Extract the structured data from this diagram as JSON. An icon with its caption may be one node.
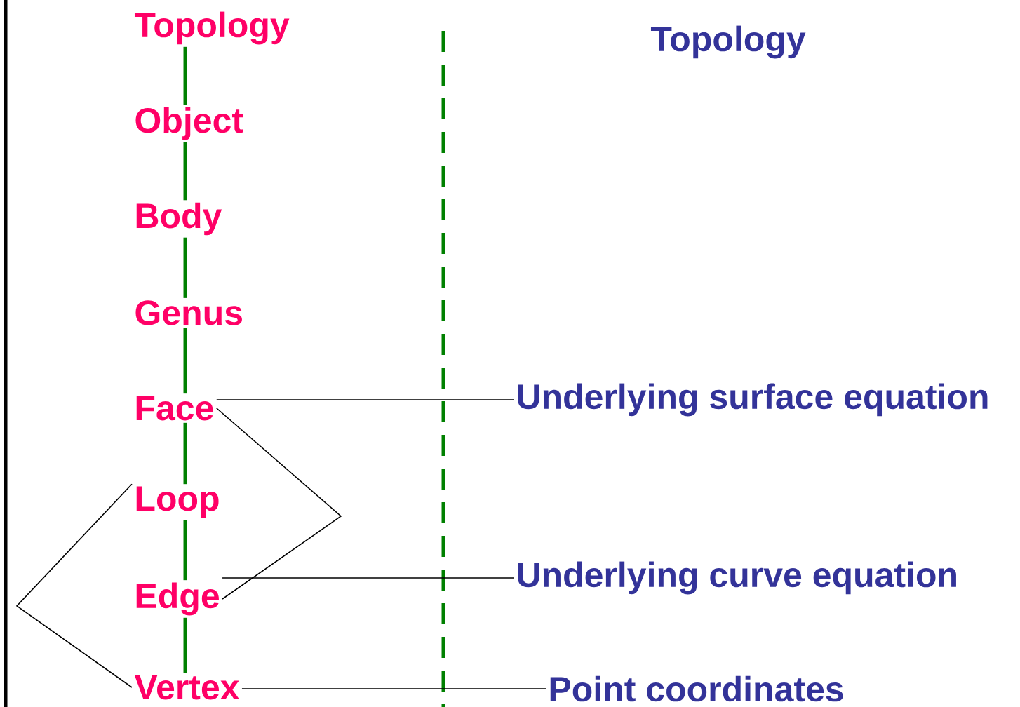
{
  "diagram": {
    "nodes": [
      {
        "text": [
          "Topology"
        ]
      },
      {
        "text": [
          "Object"
        ]
      },
      {
        "text": [
          "Body"
        ]
      },
      {
        "text": [
          "Genus"
        ]
      },
      {
        "text": [
          "Face"
        ]
      },
      {
        "text": [
          "Loop"
        ]
      },
      {
        "text": [
          "Edge"
        ]
      },
      {
        "text": [
          "Vertex"
        ]
      },
      {
        "text": [
          "Topology"
        ]
      },
      {
        "text": [
          "Underlying surface equation"
        ]
      },
      {
        "text": [
          "Underlying curve equation"
        ]
      },
      {
        "text": [
          "Point coordinates"
        ]
      }
    ],
    "edges": [
      {
        "from": 0,
        "to": 1,
        "arrow": "none"
      },
      {
        "from": 1,
        "to": 2,
        "arrow": "none"
      },
      {
        "from": 2,
        "to": 3,
        "arrow": "none"
      },
      {
        "from": 3,
        "to": 4,
        "arrow": "none"
      },
      {
        "from": 4,
        "to": 5,
        "arrow": "none"
      },
      {
        "from": 5,
        "to": 6,
        "arrow": "none"
      },
      {
        "from": 6,
        "to": 7,
        "arrow": "none"
      },
      {
        "from": 4,
        "to": 6,
        "arrow": "none",
        "color": "#000000"
      },
      {
        "from": 5,
        "to": 7,
        "arrow": "none",
        "color": "#000000"
      },
      {
        "from": 4,
        "to": 9,
        "arrow": "none",
        "color": "#000000"
      },
      {
        "from": 6,
        "to": 10,
        "arrow": "none",
        "color": "#000000"
      },
      {
        "from": 7,
        "to": 11,
        "arrow": "none",
        "color": "#000000"
      }
    ]
  }
}
